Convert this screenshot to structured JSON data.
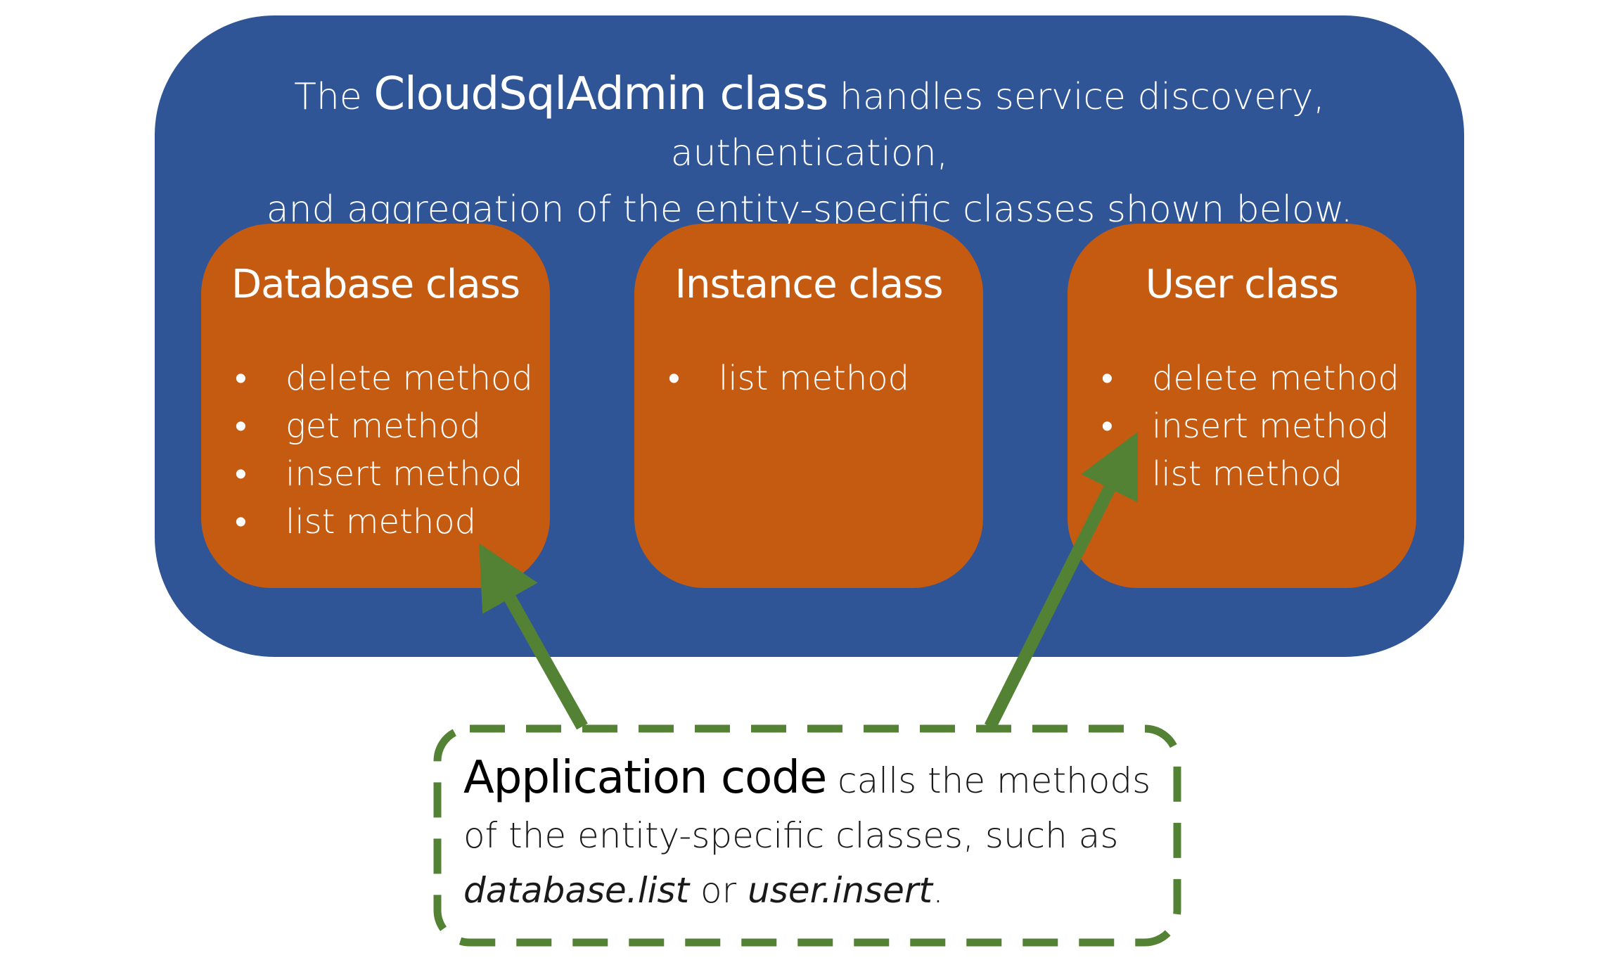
{
  "outer": {
    "prefix": "The ",
    "strong": "CloudSqlAdmin class",
    "line1_rest": " handles service discovery, authentication,",
    "line2": "and aggregation of the entity-specific classes shown below."
  },
  "cards": [
    {
      "title": "Database class",
      "items": [
        "delete method",
        "get method",
        "insert method",
        "list method"
      ]
    },
    {
      "title": "Instance class",
      "items": [
        "list method"
      ]
    },
    {
      "title": "User class",
      "items": [
        "delete method",
        "insert method",
        "list method"
      ]
    }
  ],
  "bullet": "•",
  "app": {
    "strong": "Application code",
    "line1_rest": " calls the methods",
    "line2": "of the entity-specific classes, such as",
    "example1": "database.list",
    "connector": " or ",
    "example2": "user.insert",
    "end": "."
  },
  "colors": {
    "outer": "#2f5597",
    "card": "#c55a11",
    "arrow": "#548235",
    "text_light": "#ffffff",
    "text_dark": "#000000"
  }
}
